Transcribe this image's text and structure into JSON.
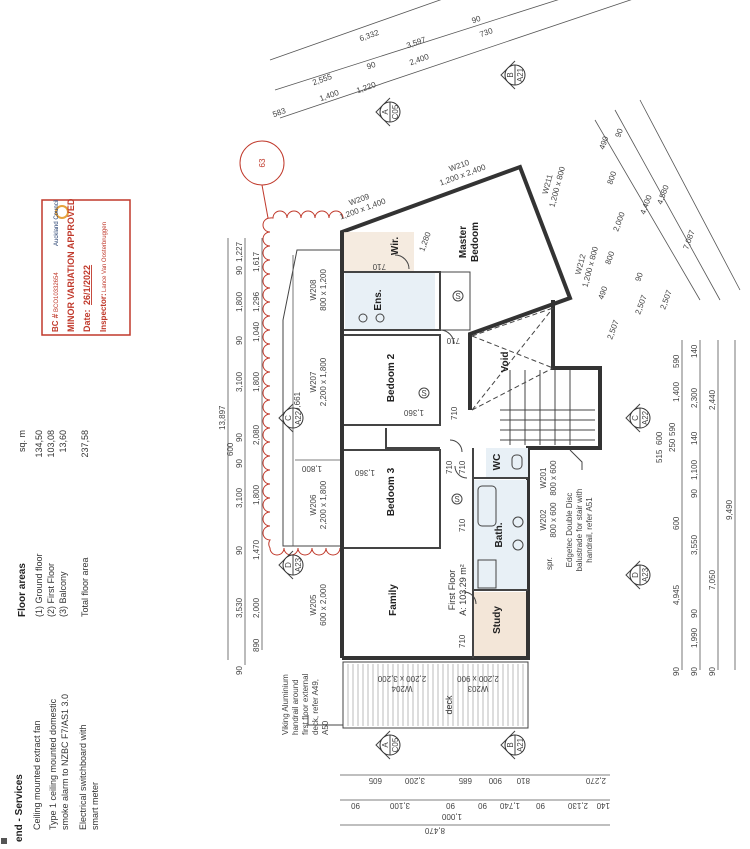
{
  "legend": {
    "title": "end - Services",
    "items": [
      "Ceiling mounted extract fan",
      "Type 1 ceiling mounted domestic",
      "smoke alarm to NZBC F7/AS1 3.0",
      "Electrical switchboard with",
      "smart meter"
    ]
  },
  "floor_areas": {
    "title": "Floor areas",
    "unit": "sq. m",
    "rows": [
      {
        "label": "(1) Ground floor",
        "value": "134,50"
      },
      {
        "label": "(2) First Floor",
        "value": "103,08"
      },
      {
        "label": "(3) Balcony",
        "value": "13,60"
      }
    ],
    "total": {
      "label": "Total floor area",
      "value": "237,58"
    }
  },
  "stamp": {
    "council": "Auckland Council",
    "bc_label": "BC #",
    "bc_number": "BCO10332654",
    "status": "MINOR VARIATION APPROVED",
    "date_label": "Date:",
    "date": "26/1/2022",
    "inspector_label": "Inspector:",
    "inspector": "Lance Van Oosterbruggen",
    "color": "#c0392b"
  },
  "revision_cloud": {
    "tag": "63",
    "color": "#c0392b"
  },
  "rooms": {
    "master_1": "Master",
    "master_2": "Bedoom",
    "wir": "Wir.",
    "ens": "Ens.",
    "bedroom2": "Bedoom 2",
    "bedroom3": "Bedoom 3",
    "family": "Family",
    "study": "Study",
    "bath": "Bath.",
    "wc": "WC",
    "void": "Void",
    "deck": "deck"
  },
  "floor_label": {
    "name": "First Floor",
    "area": "A: 103.29 m²"
  },
  "smoke_symbol": "S",
  "windows": {
    "w209": [
      "W209",
      "1,200 x 1,400"
    ],
    "w210": [
      "W210",
      "1,200 x 2,400"
    ],
    "w211": [
      "W211",
      "1,200 x 800"
    ],
    "w212": [
      "W212",
      "1,200 x 800"
    ],
    "w208": [
      "W208",
      "800 x 1,200"
    ],
    "w207": [
      "W207",
      "2,200 x 1,800"
    ],
    "w206": [
      "W206",
      "2,200 x 1,800"
    ],
    "w205": [
      "W205",
      "600 x 2,000"
    ],
    "w204": [
      "W204",
      "2,200 x 3,200"
    ],
    "w203": [
      "W203",
      "2,200 x 900"
    ],
    "w202": [
      "W202",
      "800 x 600"
    ],
    "w201": [
      "W201",
      "800 x 600"
    ]
  },
  "doors": [
    "710",
    "710",
    "710",
    "710",
    "710",
    "710",
    "710"
  ],
  "misc_dims": {
    "d1280": "1,280",
    "d1360a": "1,360",
    "d1360b": "1,360",
    "d1800": "1,800",
    "d9661": "9,661"
  },
  "notes": {
    "viking": [
      "Viking Aluminium",
      "handrail around",
      "first floor external",
      "deck, refer A49,",
      "A50"
    ],
    "edgetec": [
      "Edgetec Double Disc",
      "balustrade for stair with",
      "handrail, refer A51"
    ],
    "spr": "spr."
  },
  "section_markers": [
    {
      "letter": "A",
      "sheet": "C05"
    },
    {
      "letter": "B",
      "sheet": "A21"
    },
    {
      "letter": "C",
      "sheet": "A22"
    },
    {
      "letter": "D",
      "sheet": "A23"
    },
    {
      "letter": "A",
      "sheet": "C05"
    },
    {
      "letter": "B",
      "sheet": "A21"
    },
    {
      "letter": "C",
      "sheet": "A22"
    },
    {
      "letter": "D",
      "sheet": "A23"
    }
  ],
  "dimensions": {
    "top": [
      "6,332",
      "90",
      "3,597",
      "730",
      "2,555",
      "90",
      "1,400",
      "1,220",
      "2,400",
      "583"
    ],
    "left_overall": [
      "13,897"
    ],
    "left_a": [
      "1,227",
      "90",
      "1,800",
      "90",
      "3,100",
      "90",
      "600",
      "90",
      "3,100",
      "90",
      "3,530",
      "90"
    ],
    "left_b": [
      "1,617",
      "1,296",
      "1,040",
      "1,800",
      "2,080",
      "1,800",
      "1,470",
      "2,000",
      "890"
    ],
    "right_slanted": [
      "490",
      "90",
      "800",
      "2,000",
      "800",
      "490",
      "2,507",
      "4,400",
      "90",
      "2,507",
      "4,580",
      "2,507",
      "7,087"
    ],
    "right_a": [
      "590",
      "1,400",
      "590",
      "250",
      "600",
      "515",
      "600",
      "4,945",
      "90"
    ],
    "right_b": [
      "140",
      "2,300",
      "140",
      "1,100",
      "90",
      "3,550",
      "90",
      "1,990",
      "90"
    ],
    "right_c": [
      "2,440",
      "7,050",
      "90"
    ],
    "right_d": [
      "9,490"
    ],
    "bottom_a": [
      "605",
      "3,200",
      "685",
      "900",
      "810",
      "2,270"
    ],
    "bottom_b": [
      "90",
      "3,100",
      "90",
      "1,000",
      "90",
      "1,740",
      "90",
      "2,130",
      "140"
    ],
    "bottom_c": [
      "8,470"
    ]
  }
}
